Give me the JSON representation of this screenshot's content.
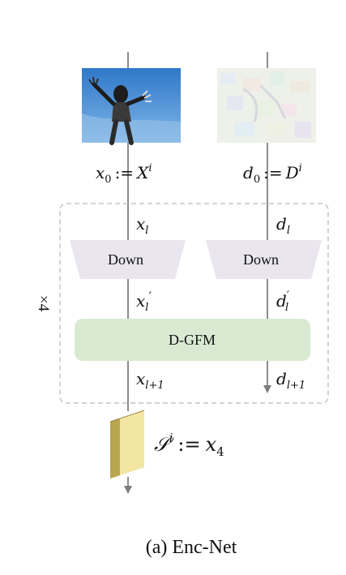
{
  "diagram": {
    "inputs": {
      "rgb_label_lhs": "x",
      "rgb_label_lhs_sub": "0",
      "rgb_label_op": ":=",
      "rgb_label_rhs": "X",
      "rgb_label_rhs_sup": "i",
      "depth_label_lhs": "d",
      "depth_label_lhs_sub": "0",
      "depth_label_op": ":=",
      "depth_label_rhs": "D",
      "depth_label_rhs_sup": "i"
    },
    "loop": {
      "repeat_label": "×4",
      "xl": "x",
      "xl_sub": "l",
      "dl": "d",
      "dl_sub": "l",
      "down_left": "Down",
      "down_right": "Down",
      "xl_prime": "x",
      "xl_prime_sub": "l",
      "xl_prime_mark": "′",
      "dl_prime": "d",
      "dl_prime_sub": "l",
      "dl_prime_mark": "′",
      "fusion_label": "D-GFM",
      "x_next": "x",
      "x_next_sub": "l+1",
      "d_next": "d",
      "d_next_sub": "l+1"
    },
    "output": {
      "s_lhs": "𝒮",
      "s_lhs_sup": "i",
      "s_op": ":=",
      "s_rhs": "x",
      "s_rhs_sub": "4"
    },
    "caption": "(a) Enc-Net",
    "colors": {
      "line": "#8c8c8c",
      "down_block": "#e9e6f0",
      "fusion_block": "#d9ead3",
      "feature_front": "#f3e6a4",
      "feature_side": "#d6c46a",
      "feature_top": "#b9a64f",
      "dashed_box": "#c4c4c4"
    }
  }
}
